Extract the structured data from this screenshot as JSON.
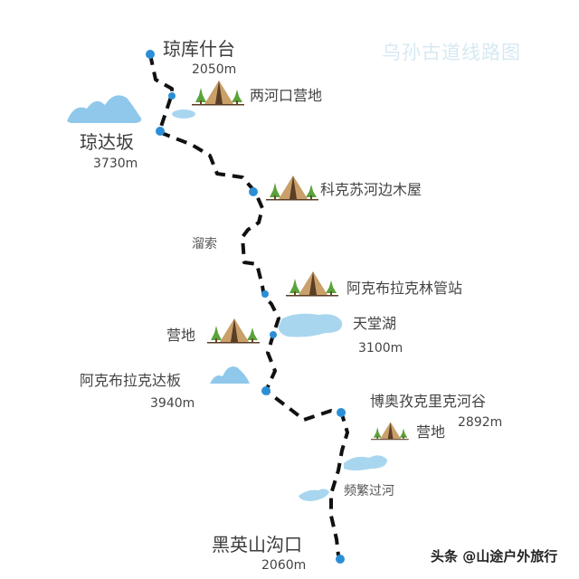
{
  "title": "乌孙古道线路图",
  "colors": {
    "route": "#111111",
    "point": "#2b8fd6",
    "water": "#a9d6ef",
    "mountain": "#8fc8ea",
    "title": "#d6e9f3"
  },
  "places": {
    "qiongkushitai": {
      "name": "琼库什台",
      "elev": "2050m"
    },
    "lianghekou": {
      "name": "两河口营地",
      "icon": "campsite-icon"
    },
    "qiongdaban": {
      "name": "琼达坂",
      "elev": "3730m",
      "icon": "mountain-icon"
    },
    "kekesu": {
      "name": "科克苏河边木屋",
      "icon": "campsite-icon"
    },
    "liusuo": {
      "name": "溜索"
    },
    "akebulake_station": {
      "name": "阿克布拉克林管站",
      "icon": "campsite-icon"
    },
    "camp1": {
      "name": "营地",
      "icon": "campsite-icon"
    },
    "tiantanghu": {
      "name": "天堂湖",
      "elev": "3100m",
      "icon": "lake-icon"
    },
    "akebulake_pass": {
      "name": "阿克布拉克达板",
      "elev": "3940m",
      "icon": "mountain-icon"
    },
    "boaozi": {
      "name": "博奥孜克里克河谷",
      "elev": "2892m"
    },
    "camp2": {
      "name": "营地",
      "icon": "campsite-icon"
    },
    "river_crossing": {
      "name": "频繁过河"
    },
    "heiyingshan": {
      "name": "黑英山沟口",
      "elev": "2060m"
    }
  },
  "watermark": "头条 @山途户外旅行"
}
